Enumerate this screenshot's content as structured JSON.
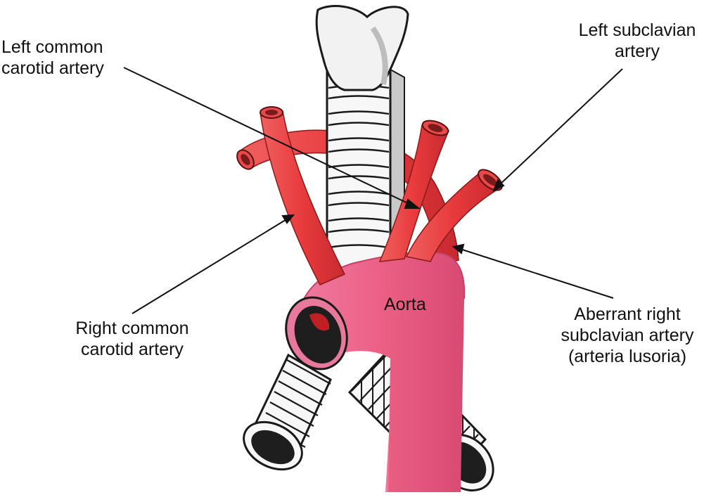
{
  "labels": {
    "left_common_carotid": {
      "line1": "Left common",
      "line2": "carotid artery"
    },
    "left_subclavian": {
      "line1": "Left subclavian",
      "line2": "artery"
    },
    "right_common_carotid": {
      "line1": "Right common",
      "line2": "carotid artery"
    },
    "aberrant_right_subclavian": {
      "line1": "Aberrant right",
      "line2": "subclavian artery",
      "line3": "(arteria lusoria)"
    },
    "aorta": "Aorta"
  },
  "colors": {
    "artery_red": "#e8383c",
    "aorta_pink": "#ec5f85",
    "trachea_grey": "#f0f0f0",
    "outline": "#1a1a1a"
  }
}
